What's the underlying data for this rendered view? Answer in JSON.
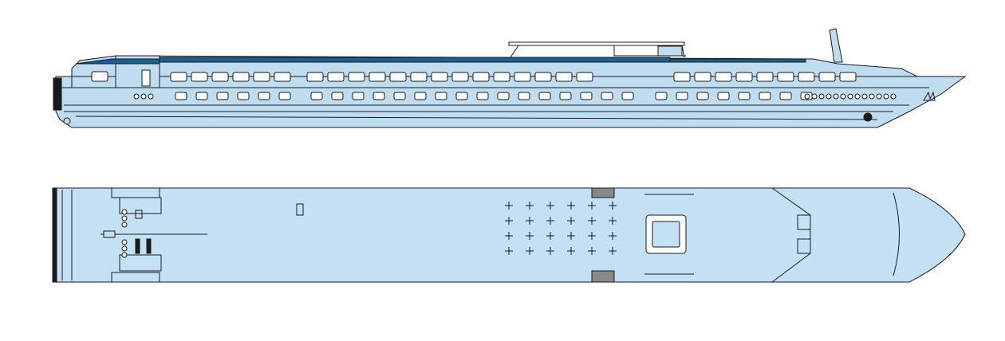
{
  "diagram": {
    "kind": "river-cruise-ship-deck-plan",
    "views": [
      {
        "id": "side-profile",
        "label": ""
      },
      {
        "id": "sun-deck-top-view",
        "label": ""
      }
    ],
    "colors": {
      "hull_fill": "#bfdcf1",
      "deck_fill": "#c4e0f4",
      "outline": "#1a1a1a",
      "accent_blue": "#1f5d8f",
      "window_fill": "#ffffff",
      "background": "#ffffff"
    },
    "side_profile": {
      "upper_window_rows": [
        {
          "group": "aft",
          "count": 6
        },
        {
          "group": "mid",
          "count": 14
        },
        {
          "group": "fwd",
          "count": 9
        }
      ],
      "lower_window_rows": [
        {
          "group": "aft",
          "count": 6
        },
        {
          "group": "mid",
          "count": 16
        },
        {
          "group": "fwd",
          "count": 8
        }
      ],
      "portholes_aft": 3,
      "portholes_bow": 13
    },
    "top_view": {
      "sun_lounger_grid": {
        "rows": 4,
        "cols": 6
      }
    }
  }
}
